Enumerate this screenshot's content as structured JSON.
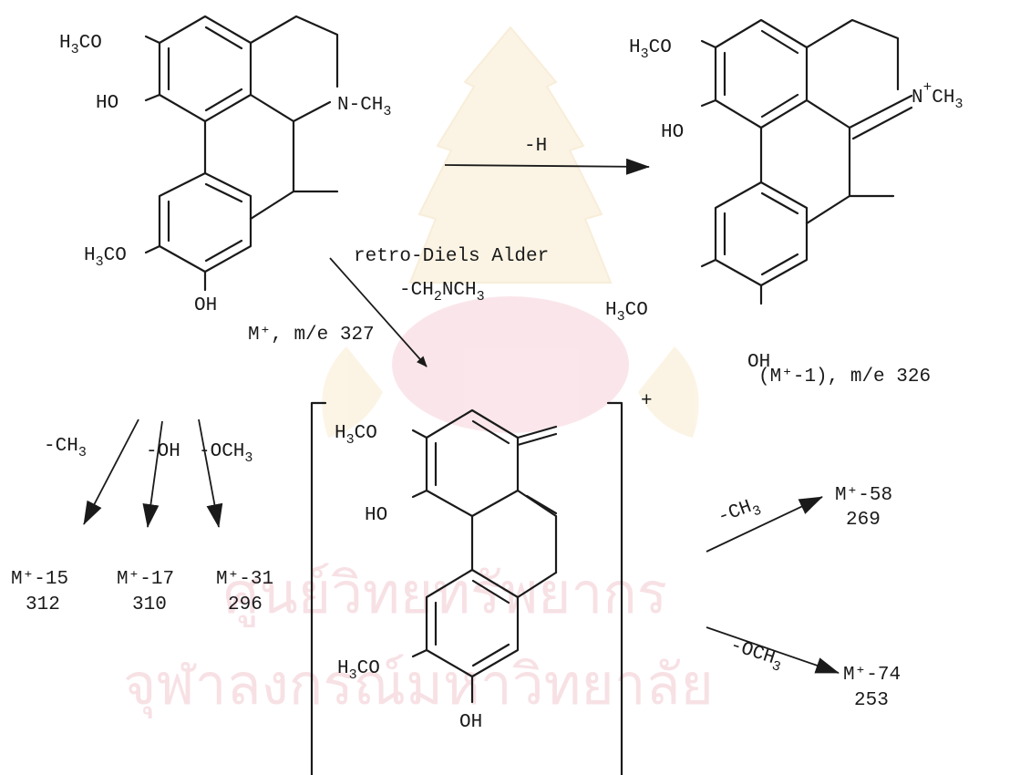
{
  "watermark": {
    "line1": "ศูนย์วิทยทรัพยากร",
    "line2": "จุฬาลงกรณ์มหาวิทยาลัย",
    "color": "#f2c9d0"
  },
  "molecule_m": {
    "label": "M⁺, m/e 327",
    "ring_substituents": [
      "H3CO",
      "HO",
      "N-CH3",
      "H3CO",
      "OH"
    ]
  },
  "molecule_m1": {
    "label": "(M⁺-1), m/e 326",
    "ring_substituents": [
      "H3CO",
      "HO",
      "N⁺CH3",
      "H3CO",
      "OH"
    ]
  },
  "rda_fragment": {
    "ring_substituents": [
      "H3CO",
      "HO",
      "H3CO",
      "OH"
    ],
    "charge": "+"
  },
  "reactions": {
    "minus_h": "-H",
    "rda_line1": "retro-Diels Alder",
    "rda_line2": "-CH2NCH3",
    "minus_ch3": "-CH3",
    "minus_oh": "-OH",
    "minus_och3": "-OCH3",
    "frag_minus_ch3": "-CH3",
    "frag_minus_och3": "-OCH3"
  },
  "products": [
    {
      "label": "M⁺-15",
      "mz": "312"
    },
    {
      "label": "M⁺-17",
      "mz": "310"
    },
    {
      "label": "M⁺-31",
      "mz": "296"
    },
    {
      "label": "M⁺-58",
      "mz": "269"
    },
    {
      "label": "M⁺-74",
      "mz": "253"
    }
  ]
}
